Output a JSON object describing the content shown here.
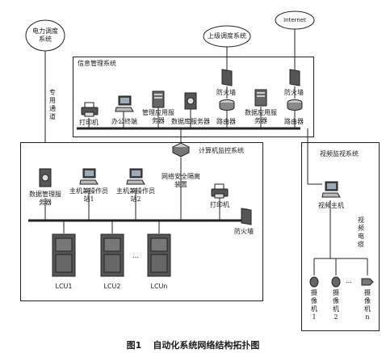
{
  "labels": {
    "power_dispatch": "电力调度系统",
    "dedicated_channel": "专用通道",
    "upper_dispatch": "上级调度系统",
    "internet": "Internet",
    "info_system": "信息管理系统",
    "printer_top": "打印机",
    "office": "办公终端",
    "mgmt_app_server": "管理应用服务器",
    "db_server_top": "数据库服务器",
    "firewall_a": "防火墙",
    "router_a": "路由器",
    "data_app_server": "数据应用服务器",
    "firewall_b": "防火墙",
    "router_b": "路由器",
    "monitor_system": "计算机监控系统",
    "data_mgmt_server": "数据管理服务器",
    "host_op1": "主机兼操作员站1",
    "host_op2": "主机兼操作员站2",
    "net_isolation": "网络安全隔离装置",
    "printer_mid": "打印机",
    "firewall_c": "防火墙",
    "video_system": "视频监视系统",
    "video_host": "视频主机",
    "video_cable": "视频电缆",
    "lcu1": "LCU1",
    "lcu2": "LCU2",
    "lcun": "LCUn",
    "ellipsis_lcu": "…",
    "camera1": "摄像机1",
    "camera2": "摄像机2",
    "ellipsis_cam": "…",
    "cameran": "摄像机n"
  },
  "caption": {
    "figure_no": "图1",
    "title": "自动化系统网络结构拓扑图"
  }
}
